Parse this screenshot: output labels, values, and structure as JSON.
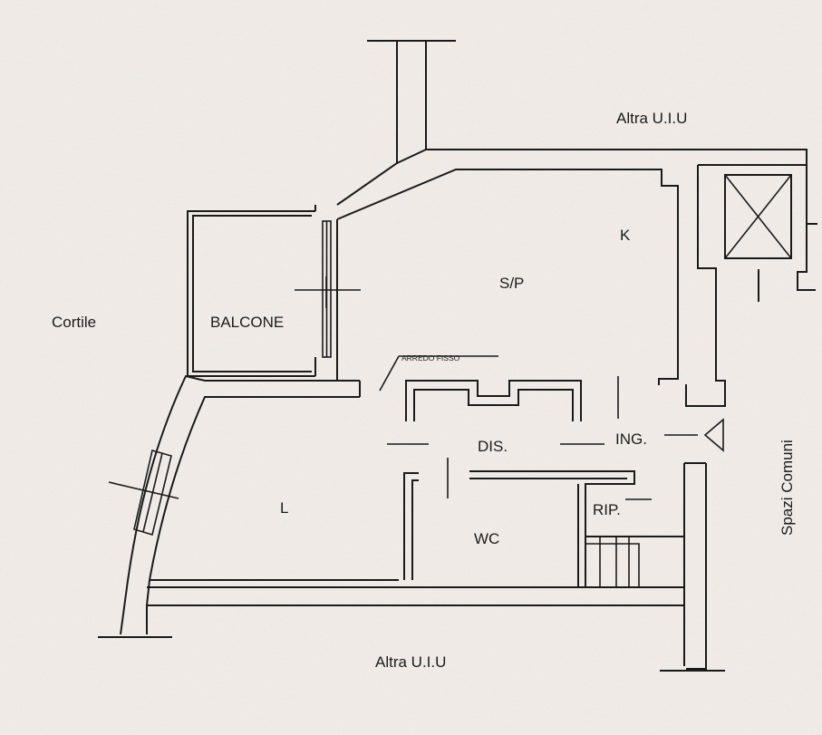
{
  "labels": {
    "altra_top": "Altra U.I.U",
    "altra_bottom": "Altra U.I.U",
    "cortile": "Cortile",
    "balcone": "BALCONE",
    "sp": "S/P",
    "k": "K",
    "arredo": "ARREDO FISSO",
    "dis": "DIS.",
    "ing": "ING.",
    "spazi": "Spazi Comuni",
    "l": "L",
    "wc": "WC",
    "rip": "RIP."
  }
}
